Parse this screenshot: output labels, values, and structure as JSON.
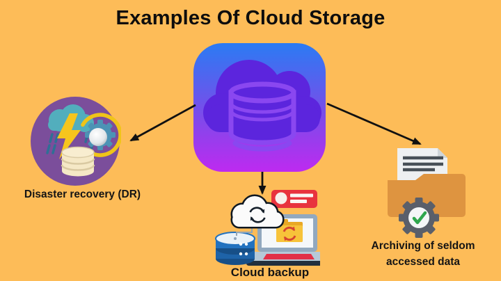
{
  "title": "Examples Of Cloud Storage",
  "diagram": {
    "center": {
      "icon": "cloud-storage-icon"
    },
    "nodes": [
      {
        "id": "disaster-recovery",
        "icon": "disaster-recovery-icon",
        "label": "Disaster recovery (DR)"
      },
      {
        "id": "cloud-backup",
        "icon": "cloud-backup-icon",
        "label": "Cloud backup"
      },
      {
        "id": "archiving",
        "icon": "archive-folder-icon",
        "label_lines": [
          "Archiving of seldom",
          "accessed data"
        ]
      }
    ]
  },
  "colors": {
    "background": "#FDBC58",
    "title_text": "#0D0D0D",
    "arrow": "#111111",
    "center_gradient_top": "#2B7BF3",
    "center_gradient_bottom": "#BE2AF0",
    "center_cloud": "#5C25DD",
    "center_db_outline": "#8A47F0",
    "dr_circle": "#7B4E9B",
    "dr_cloud": "#52AEBD",
    "dr_lightning": "#F6C51D",
    "dr_recovery_arrow": "#F0C419",
    "dr_database": "#F5E8C6",
    "backup_card": "#E8333E",
    "backup_database": "#2272BF",
    "backup_folder": "#F7C33A",
    "backup_keyboard": "#E23047",
    "archive_folder": "#DE9440",
    "archive_gear": "#5A5F6A",
    "archive_check": "#2FA64D"
  }
}
